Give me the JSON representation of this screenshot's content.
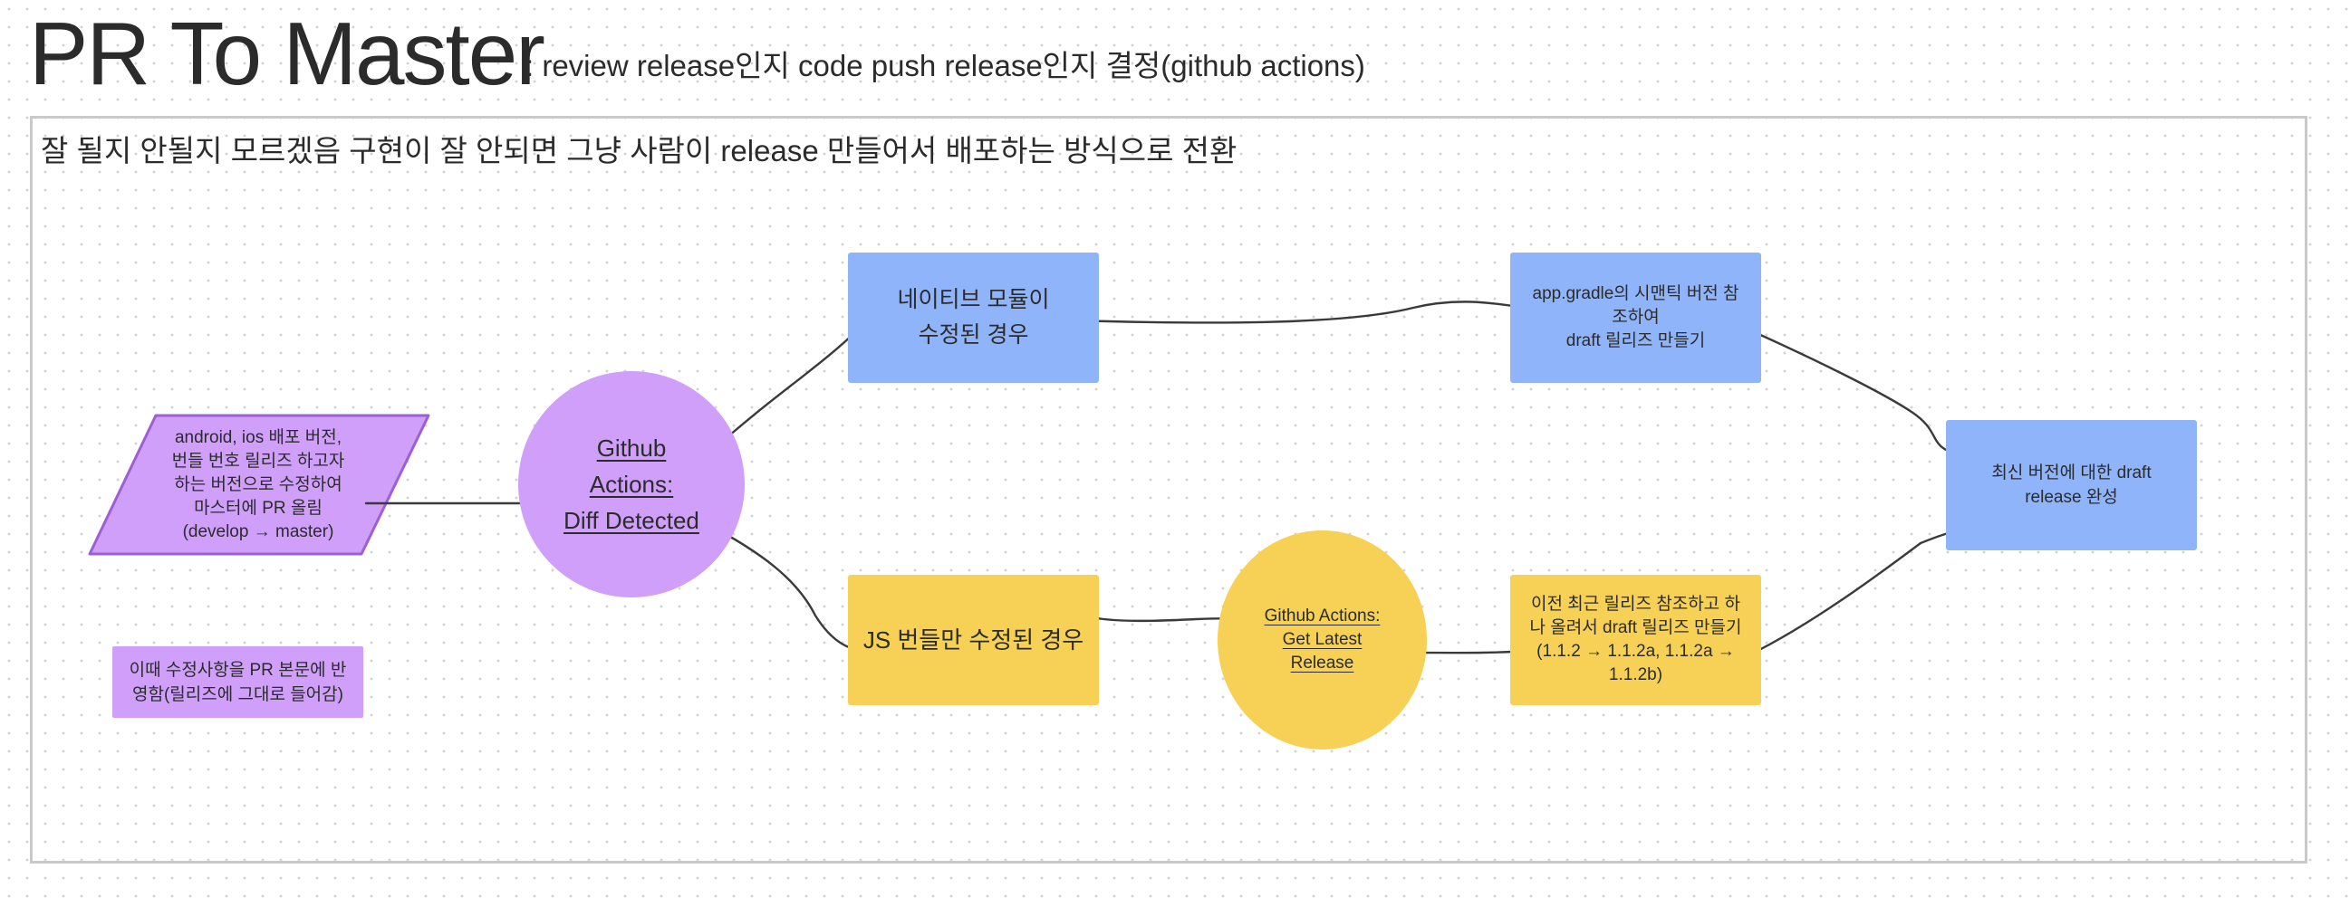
{
  "page": {
    "title": "PR To Master",
    "subtitle": ": review release인지 code push release인지 결정(github actions)"
  },
  "frame": {
    "note": "잘 될지 안될지 모르겠음 구현이 잘 안되면 그냥 사람이 release 만들어서 배포하는 방식으로 전환"
  },
  "nodes": {
    "pr_input": "android, ios 배포 버전,\n번들 번호 릴리즈 하고자\n하는 버전으로 수정하여\n마스터에 PR 올림\n(develop → master)",
    "pr_note": "이때 수정사항을 PR 본문에 반\n영함(릴리즈에 그대로 들어감)",
    "diff_detected": "Github\nActions:\nDiff Detected",
    "native_modified": "네이티브 모듈이\n수정된 경우",
    "js_modified": "JS 번들만 수정된 경우",
    "get_latest_release": "Github Actions:\nGet Latest\nRelease",
    "gradle_draft": "app.gradle의 시맨틱 버전 참\n조하여\ndraft 릴리즈 만들기",
    "increment_draft": "이전 최근 릴리즈 참조하고 하\n나 올려서 draft 릴리즈 만들기\n(1.1.2 → 1.1.2a, 1.1.2a →\n1.1.2b)",
    "draft_complete": "최신 버전에 대한 draft\nrelease 완성"
  },
  "colors": {
    "blue": "#8fb4fa",
    "yellow": "#f6d155",
    "purple": "#cf9ff9",
    "purple_border": "#9d5fd6",
    "connector": "#3a3a3a"
  }
}
